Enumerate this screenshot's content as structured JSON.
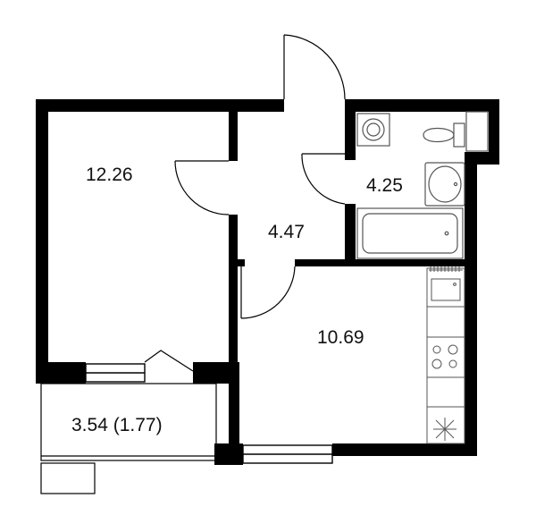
{
  "rooms": {
    "living_room": {
      "area": "12.26"
    },
    "hallway": {
      "area": "4.47"
    },
    "bathroom": {
      "area": "4.25"
    },
    "kitchen": {
      "area": "10.69"
    },
    "balcony": {
      "area": "3.54 (1.77)"
    }
  },
  "colors": {
    "wall": "#000000",
    "fixture_line": "#555555",
    "background": "#ffffff"
  },
  "icons": [
    "washing-machine-icon",
    "toilet-icon",
    "sink-icon",
    "bathtub-icon",
    "kitchen-sink-icon",
    "stove-icon",
    "fan-icon"
  ]
}
